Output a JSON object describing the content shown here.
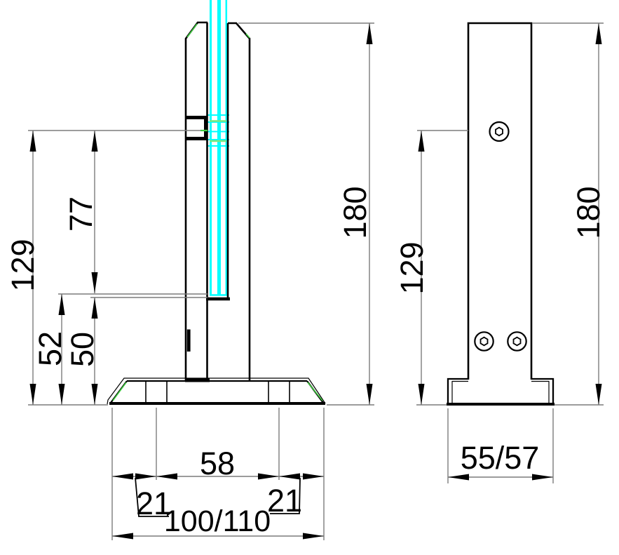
{
  "drawing": {
    "type": "technical-dimension-drawing",
    "colors": {
      "geometry": "#000000",
      "dimension_lines": "#7c7c7c",
      "glass": "#00ffff",
      "accent_green": "#3ecf3e",
      "glass_gasket_green": "#7de87d",
      "background": "#ffffff"
    },
    "side_view": {
      "dim_total_height": "180",
      "dim_clamp_screw_height": "129",
      "dim_screw_to_glass_bottom": "77",
      "dim_glass_bottom_height": "52",
      "dim_pocket_bottom_height": "50",
      "dim_bolt_spacing": "58",
      "dim_edge_offset_left": "21",
      "dim_edge_offset_right": "21",
      "dim_base_length": "100/110"
    },
    "front_view": {
      "dim_total_height": "180",
      "dim_clamp_screw_height": "129",
      "dim_base_width": "55/57"
    }
  }
}
